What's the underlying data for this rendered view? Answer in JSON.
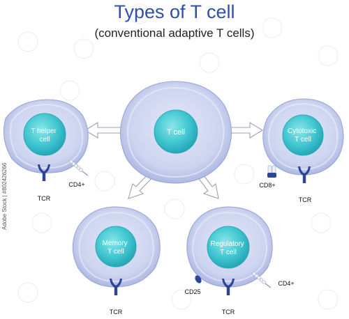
{
  "title": "Types of T cell",
  "subtitle": "(conventional adaptive T cells)",
  "side_text": "Adobe Stock | #802426266",
  "cells": {
    "center": [
      "T cell"
    ],
    "helper": [
      "T helper",
      "cell"
    ],
    "cytotoxic": [
      "Cytotoxic",
      "T cell"
    ],
    "memory": [
      "Memory",
      "T cell"
    ],
    "regulatory": [
      "Regulatory",
      "T cell"
    ]
  },
  "labels": {
    "tcr": "TCR",
    "cd4": "CD4+",
    "cd8": "CD8+",
    "cd25": "CD25"
  },
  "colors": {
    "title": "#2f4fa8",
    "cell_body": "#cfd6f2",
    "nucleus": "#3ec5cf",
    "receptor": "#2d4596"
  }
}
